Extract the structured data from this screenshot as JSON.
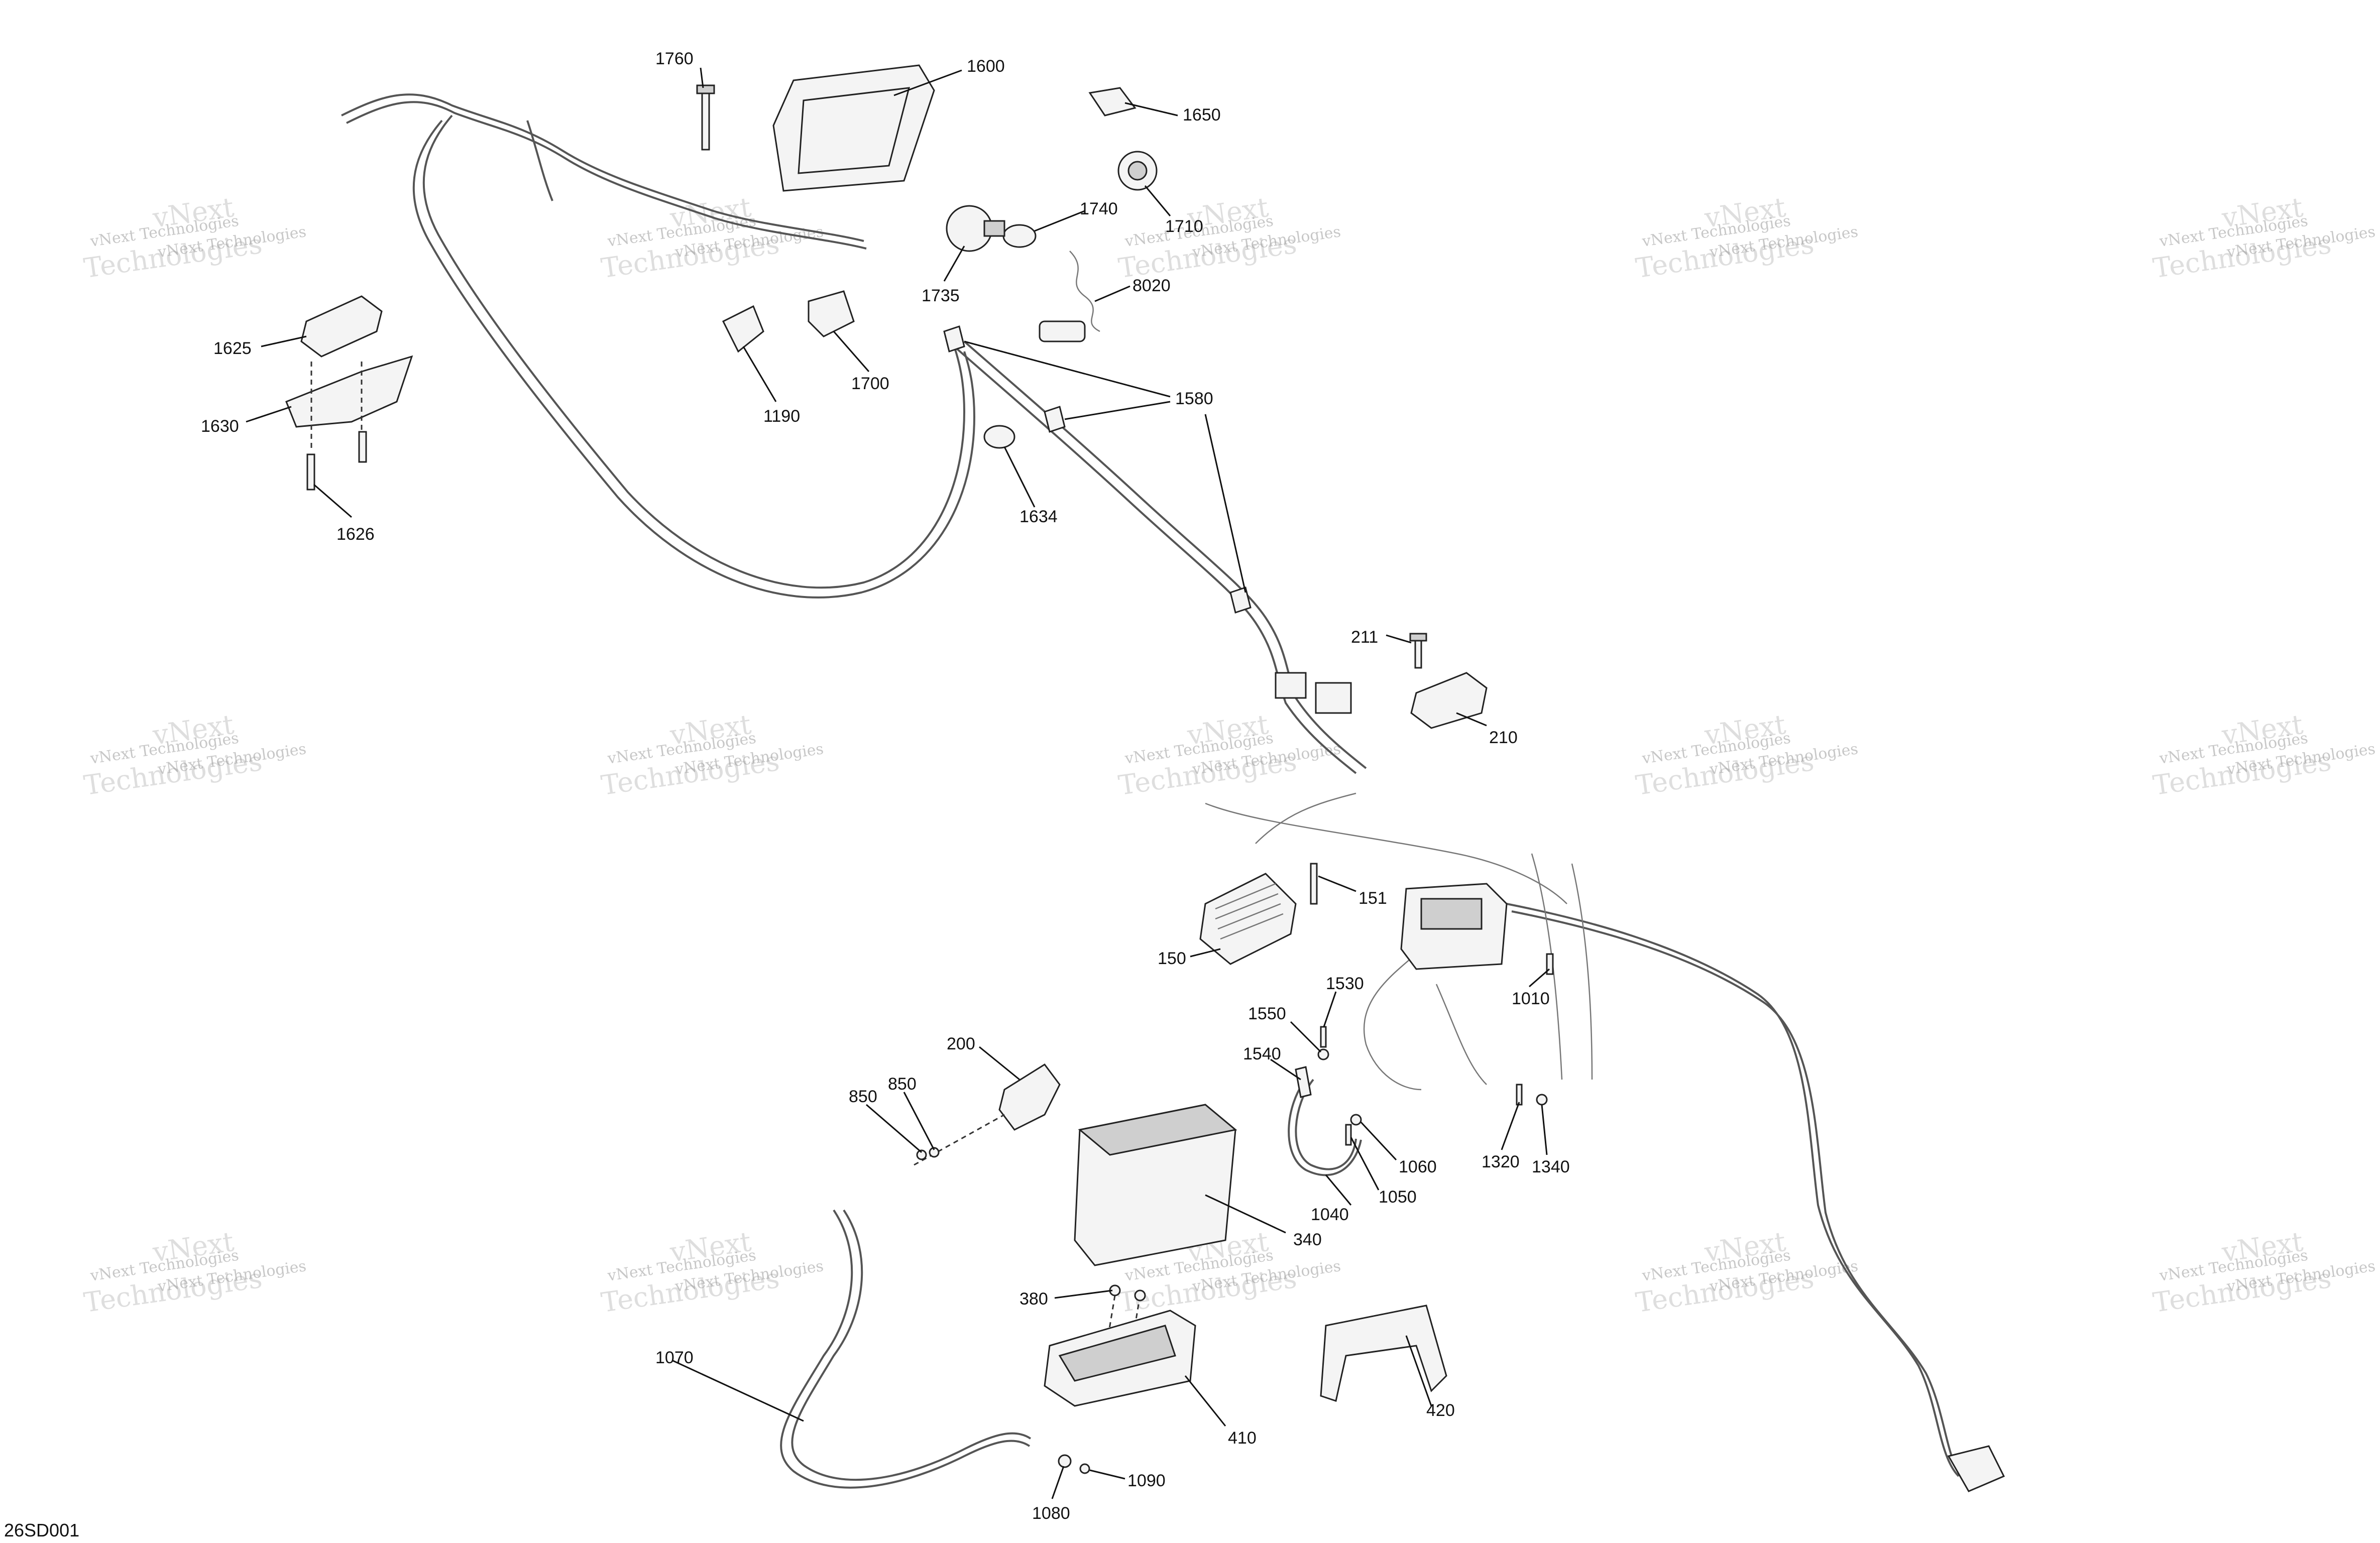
{
  "figure_code": "26SD001",
  "watermark": {
    "line1": "vNext Technologies",
    "line2": "vNext",
    "line3": "Technologies"
  },
  "callouts": [
    {
      "id": "1760",
      "label": "1760"
    },
    {
      "id": "1600",
      "label": "1600"
    },
    {
      "id": "1650",
      "label": "1650"
    },
    {
      "id": "1740",
      "label": "1740"
    },
    {
      "id": "1710",
      "label": "1710"
    },
    {
      "id": "1735",
      "label": "1735"
    },
    {
      "id": "8020",
      "label": "8020"
    },
    {
      "id": "1625",
      "label": "1625"
    },
    {
      "id": "1630",
      "label": "1630"
    },
    {
      "id": "1626",
      "label": "1626"
    },
    {
      "id": "1190",
      "label": "1190"
    },
    {
      "id": "1700",
      "label": "1700"
    },
    {
      "id": "1580",
      "label": "1580"
    },
    {
      "id": "1634",
      "label": "1634"
    },
    {
      "id": "211",
      "label": "211"
    },
    {
      "id": "210",
      "label": "210"
    },
    {
      "id": "151",
      "label": "151"
    },
    {
      "id": "150",
      "label": "150"
    },
    {
      "id": "1530",
      "label": "1530"
    },
    {
      "id": "1550",
      "label": "1550"
    },
    {
      "id": "1540",
      "label": "1540"
    },
    {
      "id": "1010",
      "label": "1010"
    },
    {
      "id": "200",
      "label": "200"
    },
    {
      "id": "850a",
      "label": "850"
    },
    {
      "id": "850b",
      "label": "850"
    },
    {
      "id": "1060",
      "label": "1060"
    },
    {
      "id": "1050",
      "label": "1050"
    },
    {
      "id": "1040",
      "label": "1040"
    },
    {
      "id": "1320",
      "label": "1320"
    },
    {
      "id": "1340",
      "label": "1340"
    },
    {
      "id": "340",
      "label": "340"
    },
    {
      "id": "380",
      "label": "380"
    },
    {
      "id": "1070",
      "label": "1070"
    },
    {
      "id": "410",
      "label": "410"
    },
    {
      "id": "420",
      "label": "420"
    },
    {
      "id": "1090",
      "label": "1090"
    },
    {
      "id": "1080",
      "label": "1080"
    }
  ]
}
